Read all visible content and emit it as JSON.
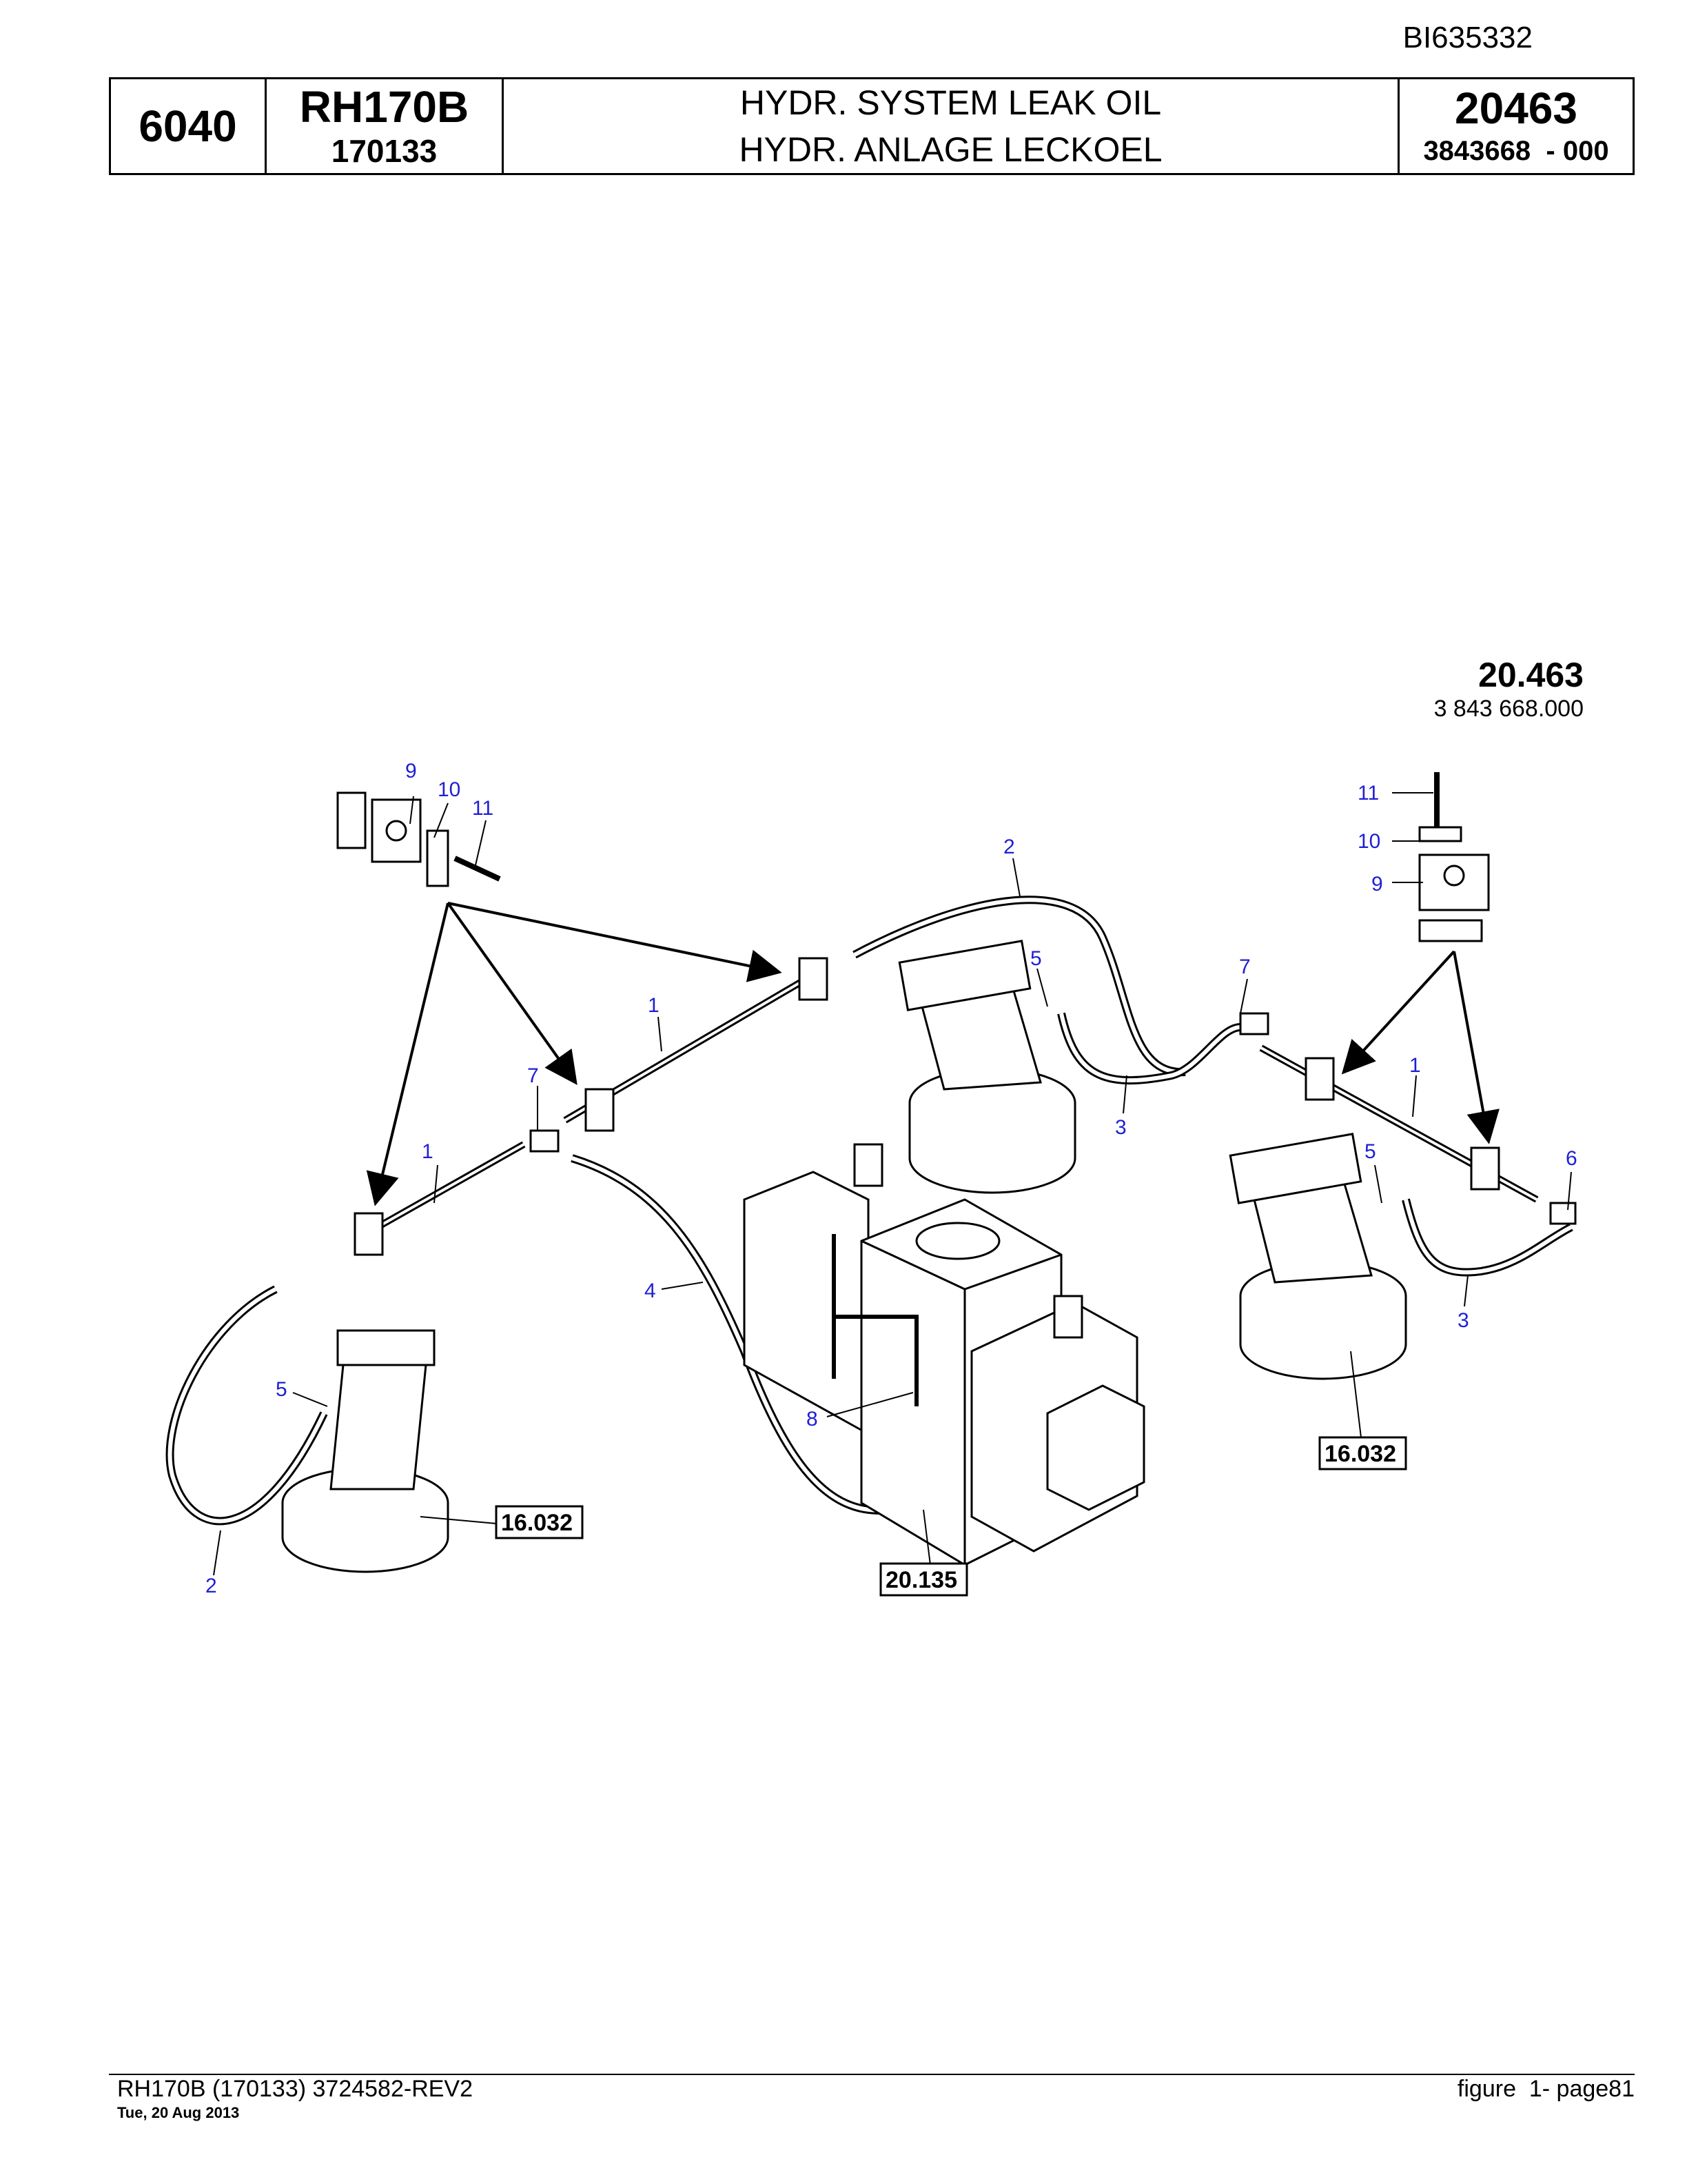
{
  "header": {
    "doc_id": "BI635332",
    "section": "6040",
    "model": "RH170B",
    "serial": "170133",
    "title_en": "HYDR. SYSTEM LEAK OIL",
    "title_de": "HYDR. ANLAGE LECKOEL",
    "group": "20463",
    "part_number": "3843668  - 000"
  },
  "figure": {
    "group_code": "20.463",
    "part_code": "3 843 668.000"
  },
  "callouts": {
    "c1a": "1",
    "c1b": "1",
    "c1c": "1",
    "c2a": "2",
    "c2b": "2",
    "c3a": "3",
    "c3b": "3",
    "c4": "4",
    "c5a": "5",
    "c5b": "5",
    "c5c": "5",
    "c6": "6",
    "c7a": "7",
    "c7b": "7",
    "c8": "8",
    "c9a": "9",
    "c9b": "9",
    "c10a": "10",
    "c10b": "10",
    "c11a": "11",
    "c11b": "11"
  },
  "refs": {
    "r1": "16.032",
    "r2": "16.032",
    "r3": "20.135"
  },
  "colors": {
    "callout": "#1f1fd6",
    "line": "#000000"
  },
  "footer": {
    "left": "RH170B (170133) 3724582-REV2",
    "date": "Tue, 20 Aug 2013",
    "right": "figure  1- page81"
  }
}
